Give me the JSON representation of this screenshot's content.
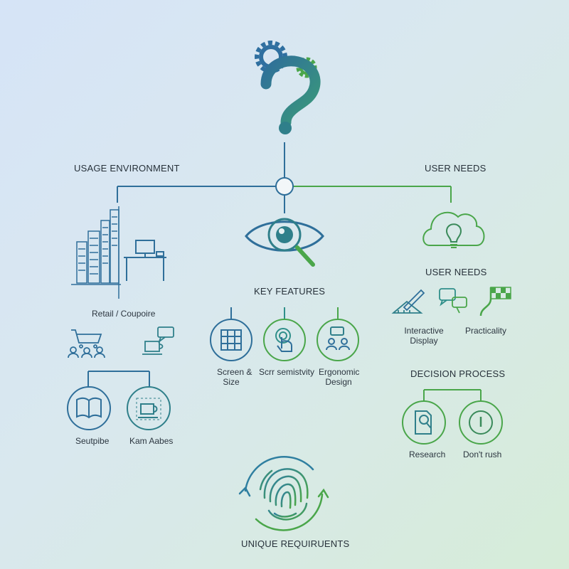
{
  "headers": {
    "usage_environment": "USAGE ENVIRONMENT",
    "user_needs_top": "USER NEEDS",
    "user_needs_mid": "USER NEEDS",
    "key_features": "KEY FEATURES",
    "decision_process": "DECISION PROCESS",
    "unique_requirements": "UNIQUE REQUIRUENTS"
  },
  "usage": {
    "retail_label": "Retail / Coupoire",
    "item1_label": "Seutpibe",
    "item2_label": "Kam Aabes"
  },
  "features": {
    "item1_line1": "Screen &",
    "item1_line2": "Size",
    "item2_label": "Scrr semistvity",
    "item3_line1": "Ergonomic",
    "item3_line2": "Design"
  },
  "needs": {
    "item1_line1": "Interactive",
    "item1_line2": "Display",
    "item2_label": "Practicality"
  },
  "decision": {
    "item1_label": "Research",
    "item2_label": "Don't rush"
  },
  "colors": {
    "blue": "#2f6f9a",
    "teal": "#2f8f8a",
    "green": "#4aa64a",
    "dark": "#2d4a5e"
  },
  "icons": [
    "gears-icon",
    "question-mark-icon",
    "eye-magnifier-icon",
    "cloud-lightbulb-icon",
    "city-skyline-icon",
    "desk-computer-icon",
    "shopping-cart-icon",
    "chat-coffee-icon",
    "book-icon",
    "coffee-cup-icon",
    "grid-icon",
    "touch-hand-icon",
    "people-chat-icon",
    "ruler-pencil-icon",
    "chat-bubbles-icon",
    "checkered-flag-icon",
    "search-document-icon",
    "power-icon",
    "fingerprint-icon"
  ]
}
